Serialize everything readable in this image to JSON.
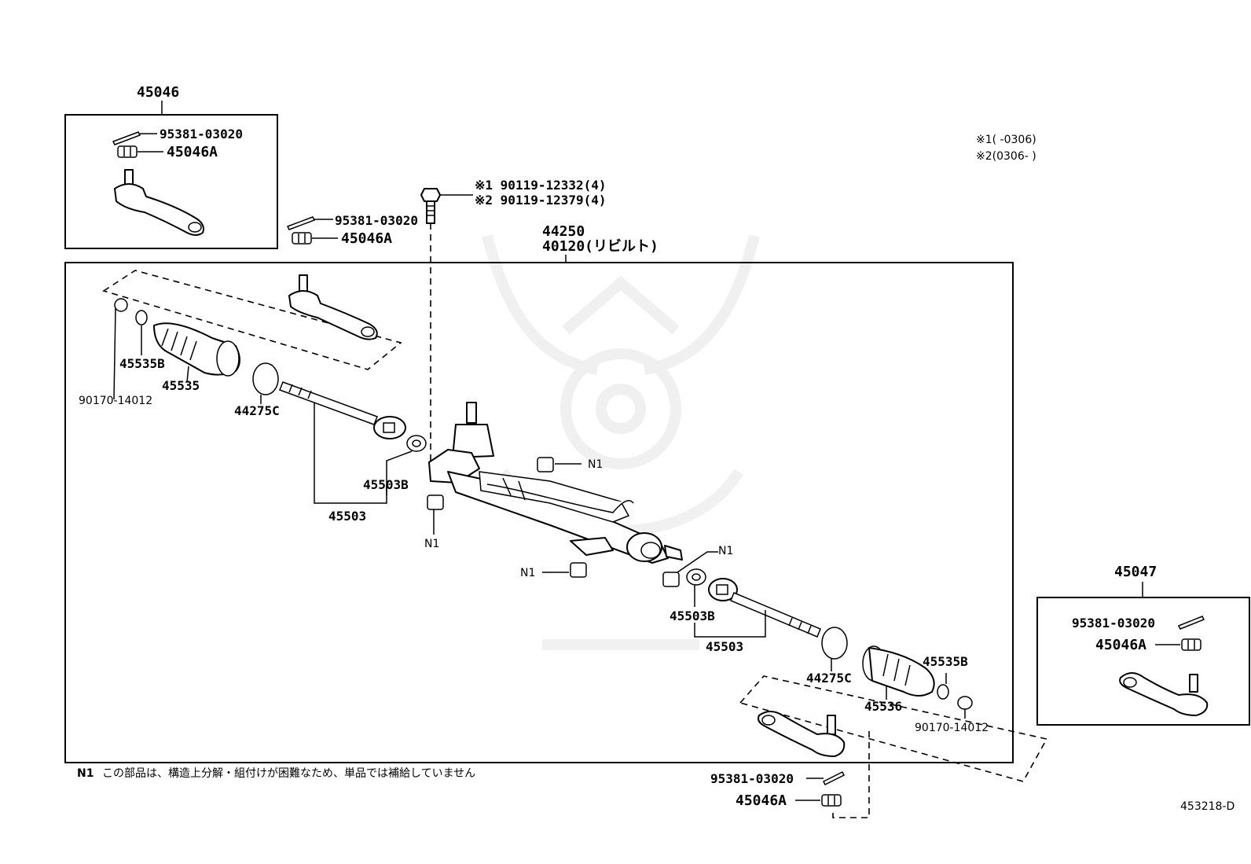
{
  "parts": {
    "tie_rod_end_assy_left": "45046",
    "tie_rod_end_assy_right": "45047",
    "cotter_pin": "95381-03020",
    "nut": "45046A",
    "bolt_note_1": "※1 90119-12332(4)",
    "bolt_note_2": "※2 90119-12379(4)",
    "gear_assy": "44250",
    "gear_rebuilt": "40120(リビルト)",
    "boot_clamp": "45535B",
    "boot_left": "45535",
    "boot_right": "45536",
    "clip": "90170-14012",
    "ring": "44275C",
    "rack_end": "45503",
    "rack_end_washer": "45503B",
    "not_serviced_mark": "N1"
  },
  "date_notes": {
    "note1": "※1(      -0306)",
    "note2": "※2(0306-      )"
  },
  "footnote": {
    "mark": "N1",
    "text": "この部品は、構造上分解・組付けが困難なため、単品では補給していません"
  },
  "diagram_id": "453218-D"
}
